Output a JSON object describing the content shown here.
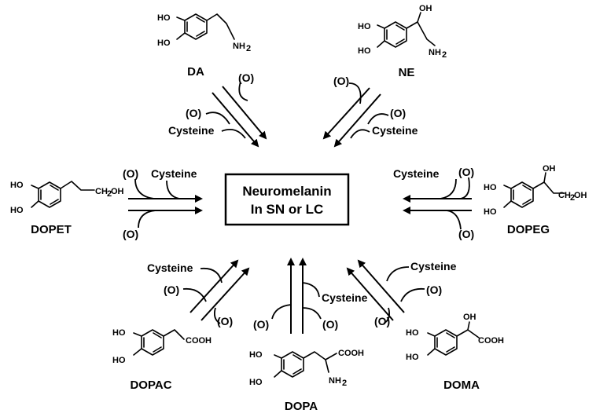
{
  "center": {
    "line1": "Neuromelanin",
    "line2": "In SN or LC"
  },
  "atoms": {
    "ho": "HO",
    "oh": "OH",
    "nh2": "NH",
    "cooh": "COOH",
    "ch2oh": "CH",
    "sub2": "2",
    "oh_tail": "OH"
  },
  "compounds": {
    "da": "DA",
    "ne": "NE",
    "dopet": "DOPET",
    "dopeg": "DOPEG",
    "dopac": "DOPAC",
    "dopa": "DOPA",
    "doma": "DOMA"
  },
  "labels": {
    "oxidation": "(O)",
    "cysteine": "Cysteine"
  }
}
